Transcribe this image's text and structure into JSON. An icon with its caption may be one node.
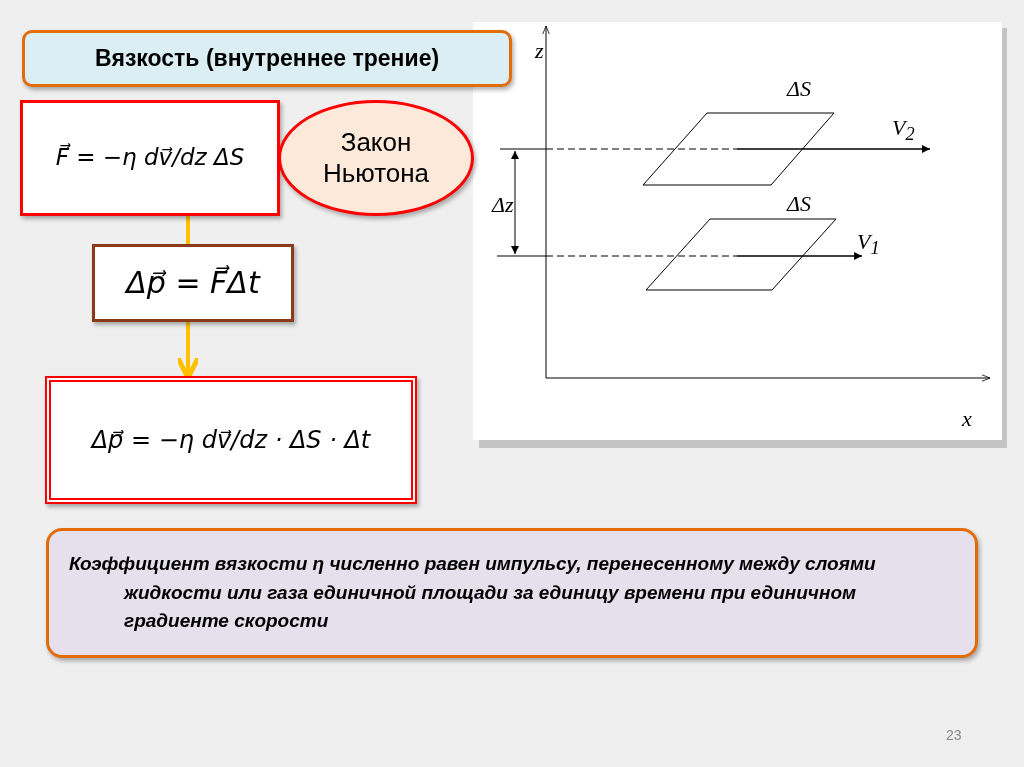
{
  "diagram": {
    "nodes": [
      {
        "text": [
          "Вязкость (внутреннее трение)"
        ]
      },
      {
        "text": [
          "F⃗ = −η dv⃗/dz ΔS"
        ]
      },
      {
        "text": [
          "Закон Ньютона"
        ]
      },
      {
        "text": [
          "Δp⃗ = F⃗Δt"
        ]
      },
      {
        "text": [
          "Δp⃗ = −η dv⃗/dz · ΔS · Δt"
        ]
      },
      {
        "text": [
          "Коэффициент вязкости η численно равен импульсу, перенесенному между слоями жидкости или газа единичной площади за единицу времени при единичном градиенте скорости"
        ]
      }
    ],
    "edges": [
      {
        "from": 1,
        "to": 3,
        "arrow": "none"
      },
      {
        "from": 3,
        "to": 4,
        "arrow": "to"
      }
    ],
    "labels": [
      "z",
      "ΔS",
      "V$_{2}$",
      "Δz",
      "ΔS",
      "V$_{1}$",
      "x",
      "23"
    ]
  }
}
